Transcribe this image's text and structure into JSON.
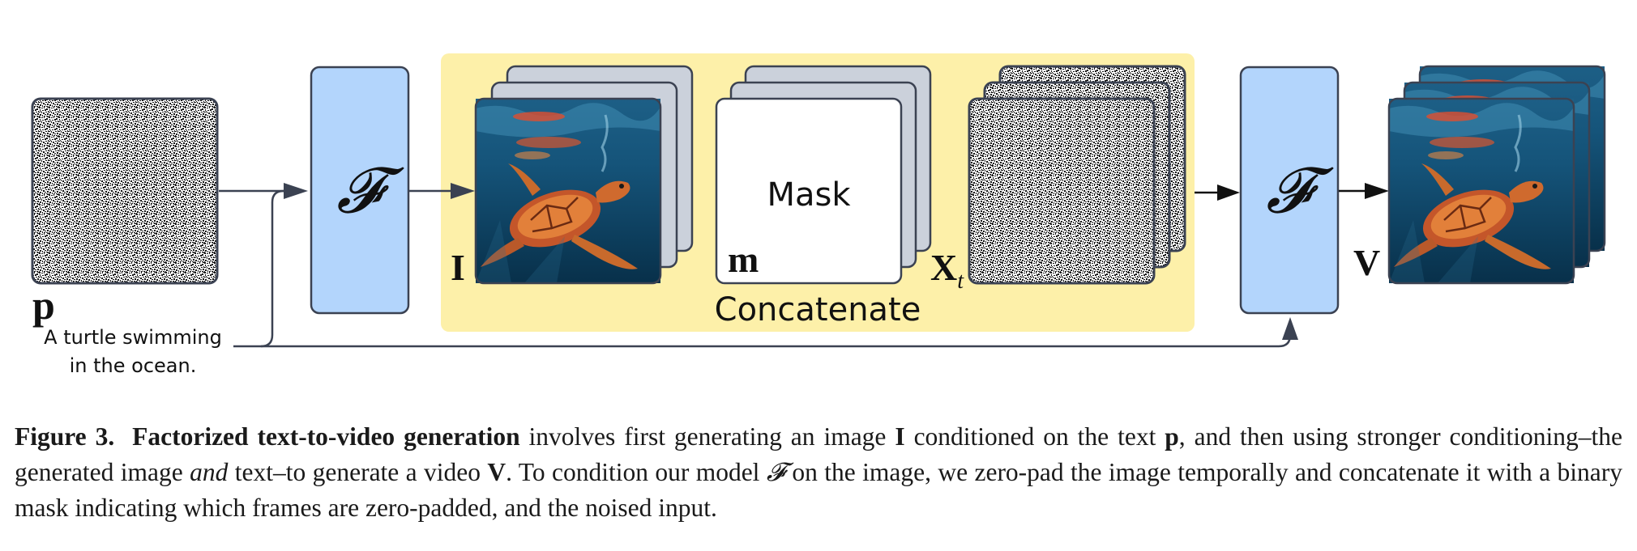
{
  "figure": {
    "labels": {
      "model_symbol": "𝓕",
      "text_var": "p",
      "image_var": "I",
      "mask_var": "m",
      "noise_var_main": "X",
      "noise_var_sub": "t",
      "video_var": "V"
    },
    "prompt_lines": [
      "A turtle swimming",
      "in the ocean."
    ],
    "mask_label": "Mask",
    "concat_label": "Concatenate",
    "colors": {
      "model_box": "#b3d5fc",
      "concat_bg": "#fdf0a9",
      "outline": "#3b4252",
      "pad_frame": "#cbd1db",
      "ocean_deep": "#0b3d5c",
      "turtle": "#d8632c"
    }
  },
  "caption": {
    "fig_label": "Figure 3.",
    "title": "Factorized text-to-video generation",
    "seg1": " involves first generating an image ",
    "sym_I": "I",
    "seg2": " conditioned on the text ",
    "sym_p": "p",
    "seg3": ", and then using stronger conditioning–the generated image ",
    "and": "and",
    "seg4": " text–to generate a video ",
    "sym_V": "V",
    "seg5": ".  To condition our model ",
    "sym_F": "𝓕",
    "seg6": " on the image, we zero-pad the image temporally and concatenate it with a binary mask  indicating which frames are zero-padded, and the noised input."
  }
}
